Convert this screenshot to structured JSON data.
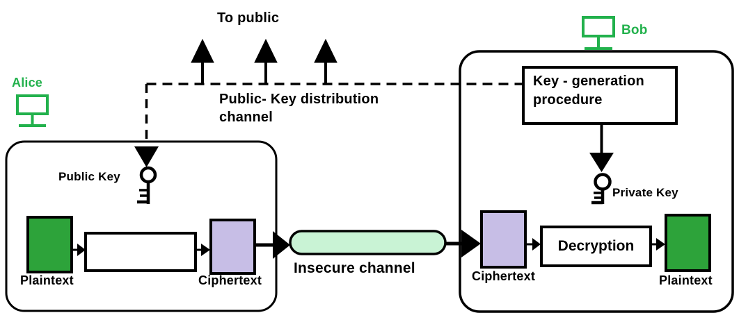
{
  "colors": {
    "box_green": "#2da33a",
    "box_purple": "#c7bee6",
    "channel_mint": "#c9f3d5",
    "actor_green": "#22b14c",
    "ink": "#000000"
  },
  "labels": {
    "to_public": "To public",
    "distribution_channel": "Public- Key distribution\nchannel",
    "insecure_channel": "Insecure channel"
  },
  "alice": {
    "name": "Alice",
    "public_key": "Public Key",
    "plaintext": "Plaintext",
    "ciphertext": "Ciphertext"
  },
  "bob": {
    "name": "Bob",
    "key_generation": "Key - generation\nprocedure",
    "private_key": "Private Key",
    "ciphertext": "Ciphertext",
    "decryption": "Decryption",
    "plaintext": "Plaintext"
  }
}
